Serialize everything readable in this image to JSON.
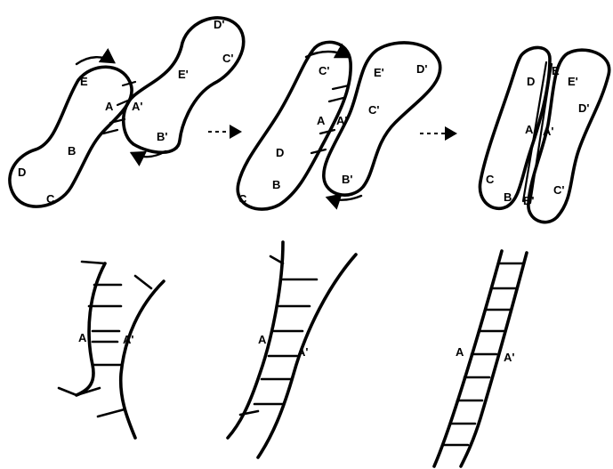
{
  "panels": {
    "stage1": {
      "labels": [
        "E",
        "A",
        "B",
        "D",
        "C",
        "D'",
        "E'",
        "C'",
        "A'",
        "B'"
      ]
    },
    "stage2": {
      "labels": [
        "C'",
        "E'",
        "D'",
        "A",
        "A'",
        "C'",
        "D",
        "B",
        "C",
        "B'"
      ]
    },
    "stage3": {
      "labels": [
        "D",
        "E",
        "E'",
        "D'",
        "A",
        "A'",
        "C",
        "B",
        "B'",
        "C'"
      ]
    },
    "bottom1": {
      "labels": [
        "A",
        "A'"
      ]
    },
    "bottom2": {
      "labels": [
        "A",
        "A'"
      ]
    },
    "bottom3": {
      "labels": [
        "A",
        "A'"
      ]
    }
  }
}
